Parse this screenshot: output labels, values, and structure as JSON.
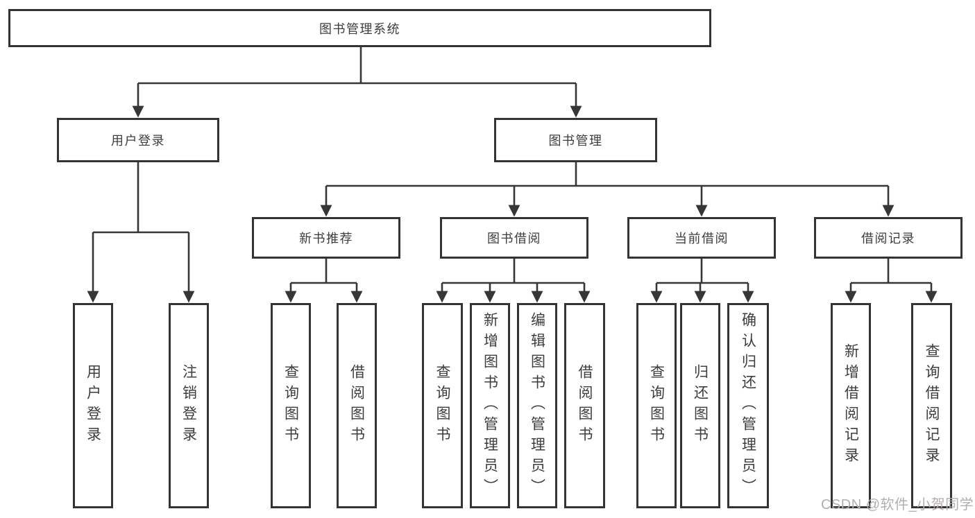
{
  "diagram": {
    "tree": {
      "root": {
        "label": "图书管理系统"
      },
      "branches": [
        {
          "label": "用户登录",
          "leaves": [
            "用户登录",
            "注销登录"
          ]
        },
        {
          "label": "图书管理",
          "groups": [
            {
              "label": "新书推荐",
              "leaves": [
                "查询图书",
                "借阅图书"
              ]
            },
            {
              "label": "图书借阅",
              "leaves": [
                "查询图书",
                "新增图书（管理员）",
                "编辑图书（管理员）",
                "借阅图书"
              ]
            },
            {
              "label": "当前借阅",
              "leaves": [
                "查询图书",
                "归还图书",
                "确认归还（管理员）"
              ]
            },
            {
              "label": "借阅记录",
              "leaves": [
                "新增借阅记录",
                "查询借阅记录"
              ]
            }
          ]
        }
      ]
    },
    "line_color": "#363636",
    "box_border_color": "#333333",
    "text_color": "#3d3d3d"
  },
  "watermark": {
    "text": "CSDN @软件_小贺同学"
  }
}
